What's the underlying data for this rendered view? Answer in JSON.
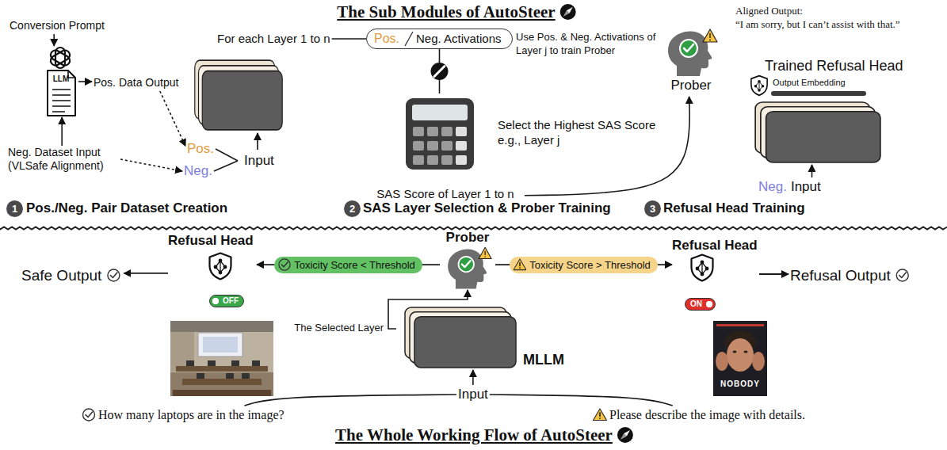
{
  "diagram": {
    "title": "The Sub Modules of AutoSteer",
    "caption": "The Whole Working Flow of AutoSteer",
    "nodes": [
      {
        "text": [
          "Conversion Prompt"
        ]
      },
      {
        "text": [
          "LLM"
        ]
      },
      {
        "text": [
          "Pos. Data Output"
        ]
      },
      {
        "text": [
          "Neg. Dataset Input (VLSafe Alignment)"
        ]
      },
      {
        "text": [
          "Pos."
        ]
      },
      {
        "text": [
          "Neg."
        ]
      },
      {
        "text": [
          "Input"
        ]
      },
      {
        "text": [
          "For each Layer 1 to n"
        ]
      },
      {
        "text": [
          "Pos.",
          "Neg. Activations"
        ]
      },
      {
        "text": [
          "Prober"
        ]
      },
      {
        "text": [
          "SAS Score of Layer 1 to n"
        ]
      },
      {
        "text": [
          "Trained Refusal Head",
          "Output Embedding"
        ]
      },
      {
        "text": [
          "Neg.",
          "Input"
        ]
      },
      {
        "text": [
          "Safe Output"
        ]
      },
      {
        "text": [
          "Refusal Head",
          "OFF"
        ]
      },
      {
        "text": [
          "Prober"
        ]
      },
      {
        "text": [
          "Refusal Head",
          "ON"
        ]
      },
      {
        "text": [
          "Refusal Output"
        ]
      },
      {
        "text": [
          "MLLM"
        ]
      },
      {
        "text": [
          "Input"
        ]
      },
      {
        "text": [
          "How many laptops are in the image?"
        ]
      },
      {
        "text": [
          "Please describe the image with details."
        ]
      }
    ],
    "edges": [
      {
        "from": 0,
        "to": 1,
        "arrow": "to"
      },
      {
        "from": 1,
        "to": 2,
        "arrow": "to"
      },
      {
        "from": 3,
        "to": 1,
        "arrow": "to"
      },
      {
        "from": 2,
        "to": 4,
        "arrow": "to"
      },
      {
        "from": 3,
        "to": 5,
        "arrow": "to"
      },
      {
        "from": 4,
        "to": 6,
        "arrow": "none"
      },
      {
        "from": 5,
        "to": 6,
        "arrow": "none"
      },
      {
        "from": 7,
        "to": 8,
        "arrow": "none"
      },
      {
        "from": 8,
        "to": 10,
        "arrow": "none"
      },
      {
        "from": 10,
        "to": 9,
        "label": "Select the Highest SAS Score e.g., Layer j",
        "arrow": "to"
      },
      {
        "from": 12,
        "to": 11,
        "arrow": "to"
      },
      {
        "from": 15,
        "to": 14,
        "label": "Toxicity Score < Threshold",
        "arrow": "to"
      },
      {
        "from": 14,
        "to": 13,
        "arrow": "to"
      },
      {
        "from": 15,
        "to": 16,
        "label": "Toxicity Score > Threshold",
        "arrow": "to"
      },
      {
        "from": 16,
        "to": 17,
        "arrow": "to"
      },
      {
        "from": 18,
        "to": 15,
        "label": "The Selected Layer",
        "arrow": "to"
      },
      {
        "from": 19,
        "to": 18,
        "arrow": "to"
      },
      {
        "from": 20,
        "to": 19,
        "arrow": "none"
      },
      {
        "from": 21,
        "to": 19,
        "arrow": "none"
      }
    ],
    "labels": [
      "1",
      "Pos./Neg. Pair Dataset Creation",
      "Use Pos. & Neg. Activations of Layer j to train Prober",
      "2",
      "SAS Layer Selection & Prober Training",
      "Aligned Output:",
      "“I am sorry, but I can’t assist with that.”",
      "3",
      "Refusal Head Training",
      "NOBODY"
    ]
  }
}
